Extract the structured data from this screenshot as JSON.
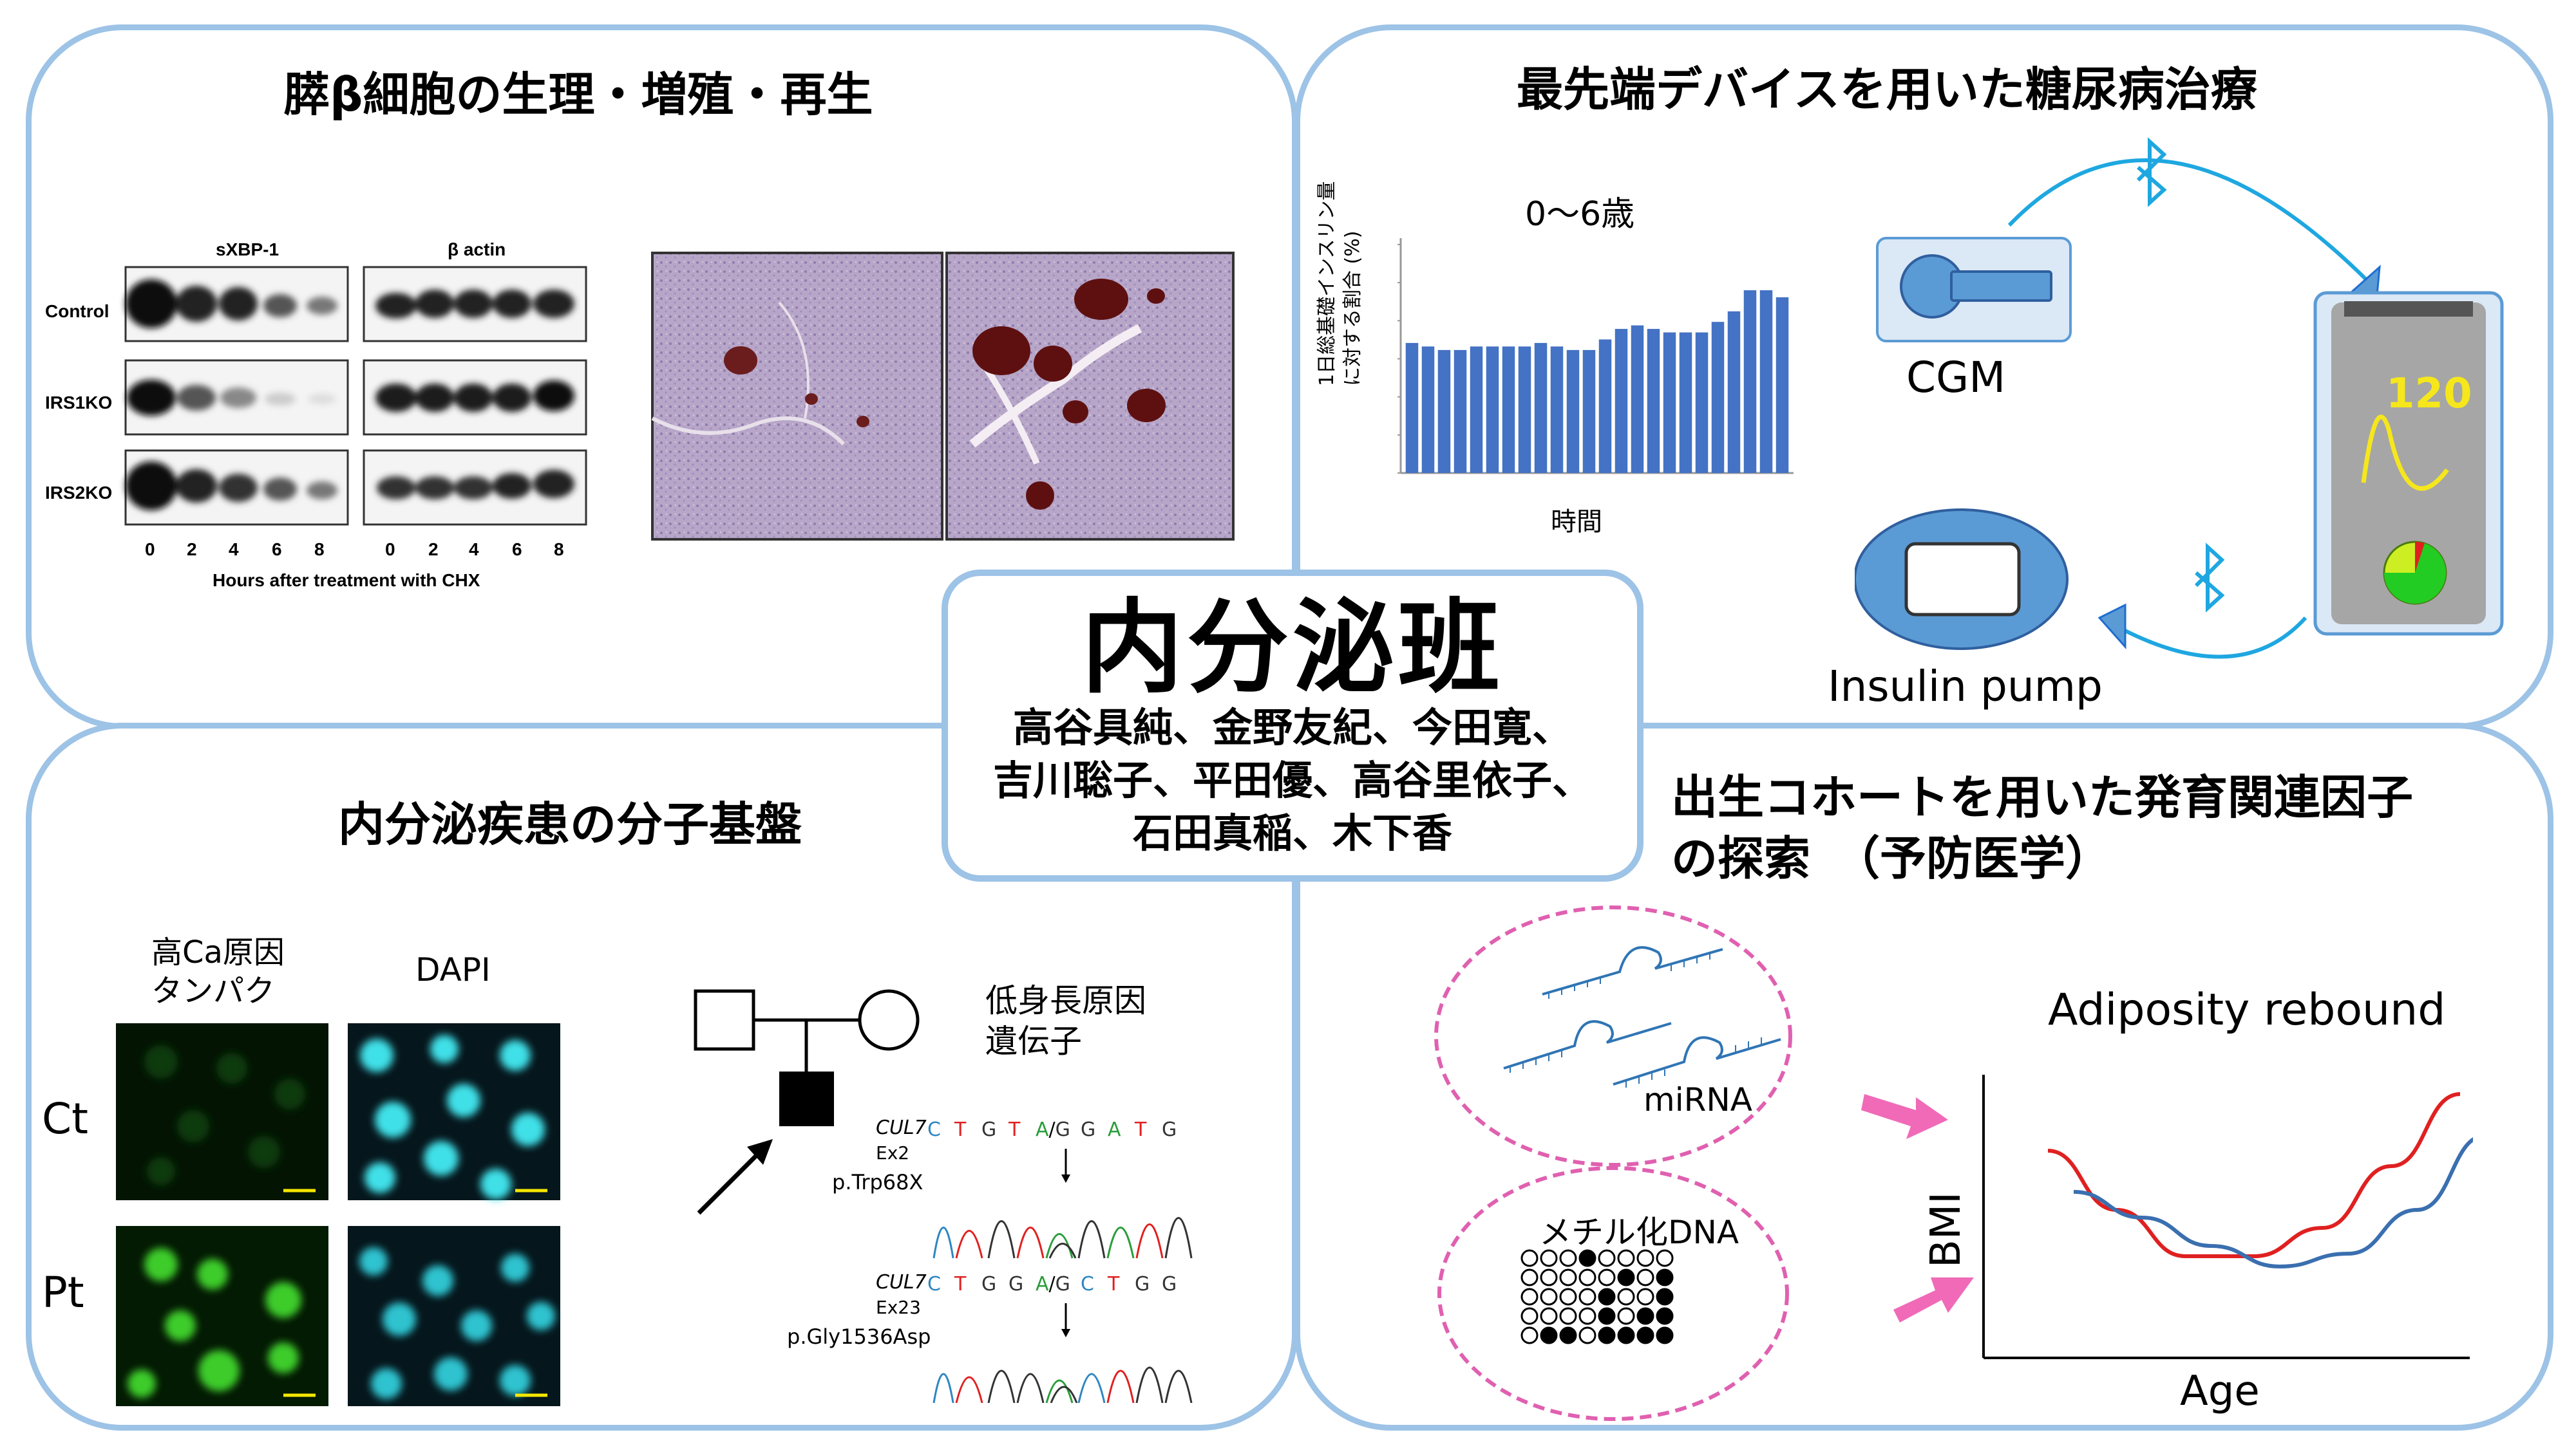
{
  "center": {
    "title": "内分泌班",
    "members": [
      "高谷具純、金野友紀、今田寛、",
      "吉川聡子、平田優、高谷里依子、",
      "石田真稲、木下香"
    ]
  },
  "panel_tl": {
    "title": "膵β細胞の生理・増殖・再生",
    "blot": {
      "sxbp_label": "sXBP-1",
      "bactin_label": "β actin",
      "rows": [
        "Control",
        "IRS1KO",
        "IRS2KO"
      ],
      "ticks_left": [
        "0",
        "2",
        "4",
        "6",
        "8"
      ],
      "ticks_right": [
        "0",
        "2",
        "4",
        "6",
        "8"
      ],
      "xlabel": "Hours after treatment with CHX"
    }
  },
  "panel_tr": {
    "title": "最先端デバイスを用いた糖尿病治療",
    "chart_title": "0～6歳",
    "ylabel_line1": "1日総基礎インスリン量",
    "ylabel_line2": "に対する割合 (%)",
    "xlabel": "時間",
    "cgm_label": "CGM",
    "pump_label": "Insulin pump",
    "phone_value": "120",
    "colors": {
      "bar": "#4472c4",
      "arrow": "#1ea7e0",
      "device": "#5b9bd5"
    }
  },
  "panel_bl": {
    "title": "内分泌疾患の分子基盤",
    "col1_line1": "高Ca原因",
    "col1_line2": "タンパク",
    "col2": "DAPI",
    "row1": "Ct",
    "row2": "Pt",
    "pedigree_label_line1": "低身長原因",
    "pedigree_label_line2": "遺伝子",
    "seq1_gene": "CUL7",
    "seq1_exon": "Ex2",
    "seq1_variant": "p.Trp68X",
    "seq1_bases": [
      "C",
      "T",
      "G",
      "T",
      "A/G",
      "G",
      "A",
      "T",
      "G"
    ],
    "seq2_gene": "CUL7",
    "seq2_exon": "Ex23",
    "seq2_variant": "p.Gly1536Asp",
    "seq2_bases": [
      "C",
      "T",
      "G",
      "G",
      "A/G",
      "C",
      "T",
      "G",
      "G"
    ]
  },
  "panel_br": {
    "title_line1": "出生コホートを用いた発育関連因子",
    "title_line2": "の探索　（予防医学）",
    "mirna_label": "miRNA",
    "methyl_label": "メチル化DNA",
    "chart_data": {
      "type": "line",
      "title": "Adiposity rebound",
      "xlabel": "Age",
      "ylabel": "BMI",
      "series": [
        {
          "color": "#e02020",
          "values": [
            0.78,
            0.55,
            0.37,
            0.37,
            0.48,
            0.72,
            1.0
          ]
        },
        {
          "color": "#3a6fb0",
          "values": [
            0.62,
            0.52,
            0.41,
            0.33,
            0.38,
            0.55,
            0.84
          ]
        }
      ]
    },
    "methyl_grid": [
      [
        0,
        0,
        0,
        1,
        0,
        0,
        0,
        0
      ],
      [
        0,
        0,
        0,
        0,
        0,
        1,
        0,
        1
      ],
      [
        0,
        0,
        0,
        0,
        1,
        0,
        0,
        1
      ],
      [
        0,
        0,
        0,
        0,
        1,
        0,
        1,
        1
      ],
      [
        0,
        1,
        1,
        0,
        1,
        1,
        1,
        1
      ]
    ],
    "colors": {
      "dash": "#e060b0",
      "arrow": "#f06ab8"
    }
  },
  "basal_insulin": {
    "chart_data": {
      "type": "bar",
      "title": "0～6歳",
      "xlabel": "時間",
      "ylabel": "1日総基礎インスリン量に対する割合 (%)",
      "values": [
        3.7,
        3.6,
        3.5,
        3.5,
        3.6,
        3.6,
        3.6,
        3.6,
        3.7,
        3.6,
        3.5,
        3.5,
        3.8,
        4.1,
        4.2,
        4.1,
        4.0,
        4.0,
        4.0,
        4.3,
        4.6,
        5.2,
        5.2,
        5.0
      ],
      "ymax": 6.5
    }
  }
}
